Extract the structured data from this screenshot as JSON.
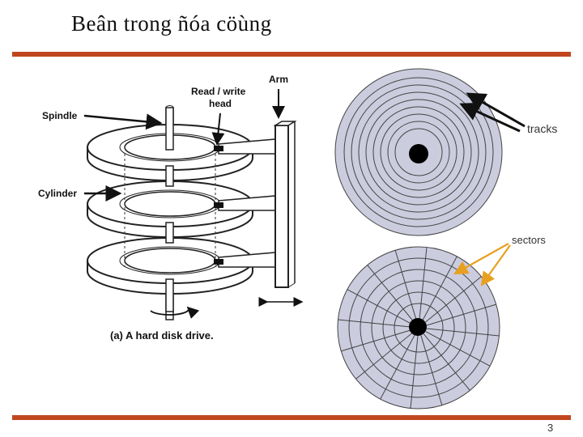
{
  "slide": {
    "title": "Beân trong ñóa cöùng",
    "page_number": "3"
  },
  "hard_disk_figure": {
    "labels": {
      "spindle": "Spindle",
      "cylinder": "Cylinder",
      "read_write_head_line1": "Read / write",
      "read_write_head_line2": "head",
      "arm": "Arm",
      "caption": "(a) A hard disk drive."
    }
  },
  "platter_diagrams": {
    "tracks_label": "tracks",
    "sectors_label": "sectors",
    "colors": {
      "platter_fill": "#ccccdf",
      "ring_stroke": "#444444",
      "hub": "#000000",
      "sectors_arrow": "#e8a020",
      "rule": "#c0461f"
    }
  }
}
